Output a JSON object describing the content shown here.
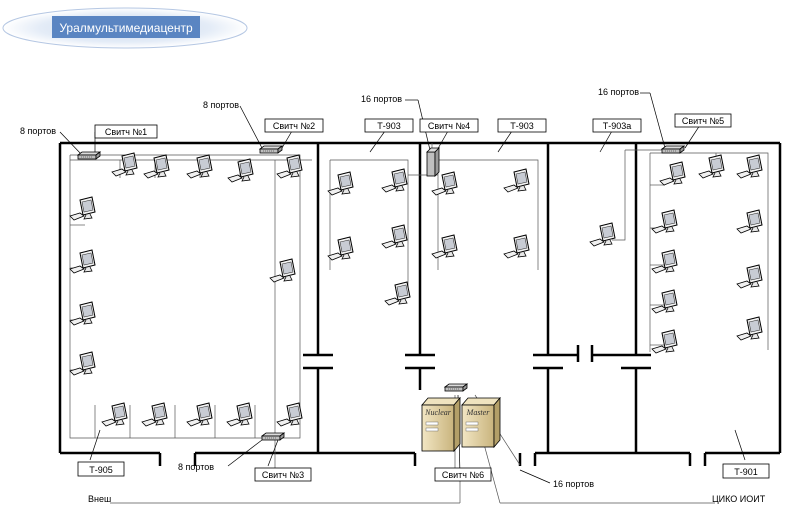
{
  "logo": {
    "text": "Уралмультимедиацентр"
  },
  "rooms": {
    "t905": "Т-905",
    "t903_left": "Т-903",
    "t903_right": "Т-903",
    "t903a": "Т-903а",
    "t901": "Т-901"
  },
  "switches": {
    "s1": "Свитч №1",
    "s2": "Свитч №2",
    "s3": "Свитч №3",
    "s4": "Свитч №4",
    "s5": "Свитч №5",
    "s6": "Свитч №6"
  },
  "ports": {
    "p8_a": "8 портов",
    "p8_b": "8 портов",
    "p8_c": "8 портов",
    "p16_a": "16 портов",
    "p16_b": "16 портов",
    "p16_c": "16 портов"
  },
  "servers": {
    "left": "Nuclear",
    "right": "Master"
  },
  "bottom": {
    "left": "Внеш",
    "right": "ЦИКО ИОИТ"
  },
  "colors": {
    "logo_fill": "#5a85c2",
    "logo_glow": "#d6e2f3",
    "wall": "#000000",
    "server": "#d9c89a"
  }
}
